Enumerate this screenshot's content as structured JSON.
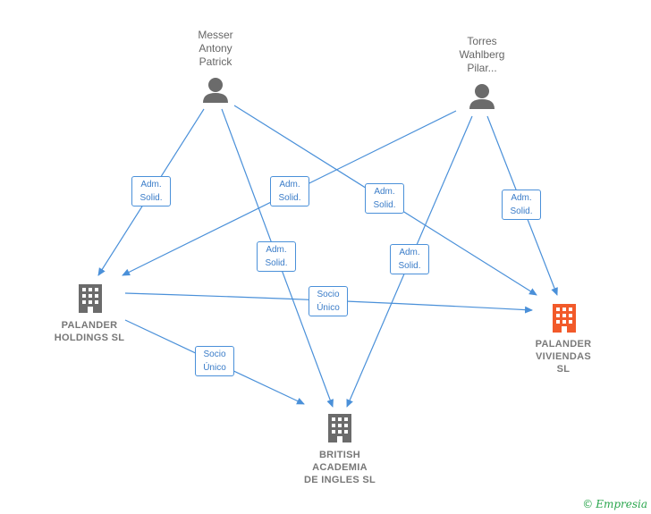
{
  "persons": {
    "messer": {
      "label": "Messer\nAntony\nPatrick"
    },
    "torres": {
      "label": "Torres\nWahlberg\nPilar..."
    }
  },
  "companies": {
    "palander_holdings": {
      "label": "PALANDER\nHOLDINGS  SL"
    },
    "palander_viviendas": {
      "label": "PALANDER\nVIVIENDAS\nSL"
    },
    "british_academia": {
      "label": "BRITISH\nACADEMIA\nDE INGLES  SL"
    }
  },
  "edges": {
    "e1": "Adm.\nSolid.",
    "e2": "Adm.\nSolid.",
    "e3": "Adm.\nSolid.",
    "e4": "Adm.\nSolid.",
    "e5": "Adm.\nSolid.",
    "e6": "Adm.\nSolid.",
    "e7": "Socio\nÚnico",
    "e8": "Socio\nÚnico"
  },
  "colors": {
    "person_icon": "#6b6b6b",
    "company_icon": "#6b6b6b",
    "company_accent_icon": "#f25a2a",
    "edge": "#4a90d9"
  },
  "brand": {
    "symbol": "©",
    "name": "Empresia"
  }
}
